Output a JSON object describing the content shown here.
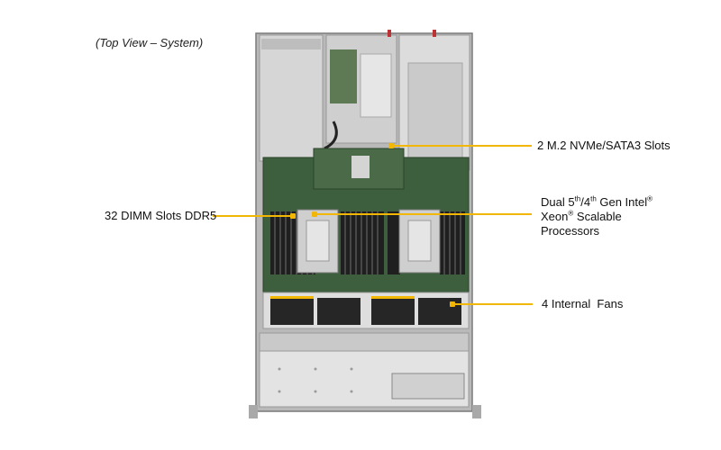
{
  "caption": "(Top View – System)",
  "callouts": {
    "m2": "2 M.2 NVMe/SATA3 Slots",
    "dimm": "32 DIMM Slots DDR5",
    "cpu": {
      "line1_a": "Dual 5",
      "sup1": "th",
      "line1_b": "/4",
      "sup2": "th",
      "line1_c": " Gen Intel",
      "reg1": "®",
      "line2_a": "Xeon",
      "reg2": "®",
      "line2_b": " Scalable",
      "line3": "Processors"
    },
    "fans": "4 Internal  Fans"
  },
  "colors": {
    "leader": "#f2b705",
    "chassis": "#c8c8c8",
    "board": "#3e5f3e"
  }
}
